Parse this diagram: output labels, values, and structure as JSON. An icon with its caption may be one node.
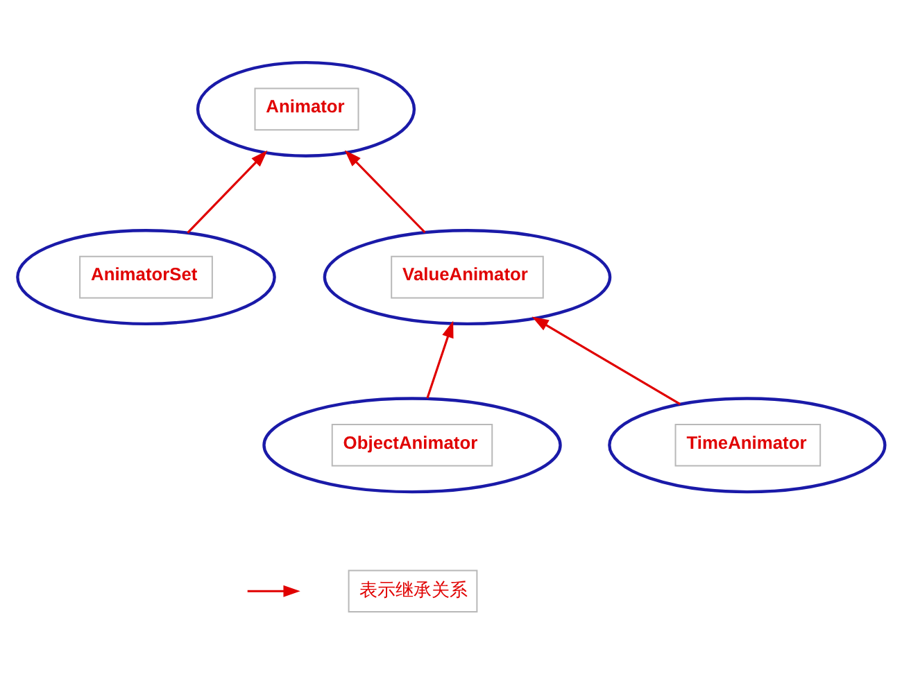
{
  "diagram": {
    "nodes": [
      {
        "text": [
          "Animator"
        ]
      },
      {
        "text": [
          "AnimatorSet"
        ]
      },
      {
        "text": [
          "ValueAnimator"
        ]
      },
      {
        "text": [
          "ObjectAnimator"
        ]
      },
      {
        "text": [
          "TimeAnimator"
        ]
      }
    ],
    "edges": [
      {
        "from": 1,
        "to": 0,
        "arrow": "to"
      },
      {
        "from": 2,
        "to": 0,
        "arrow": "to"
      },
      {
        "from": 3,
        "to": 2,
        "arrow": "to"
      },
      {
        "from": 4,
        "to": 2,
        "arrow": "to"
      }
    ],
    "legend": [
      {
        "text": "表示继承关系"
      }
    ]
  }
}
